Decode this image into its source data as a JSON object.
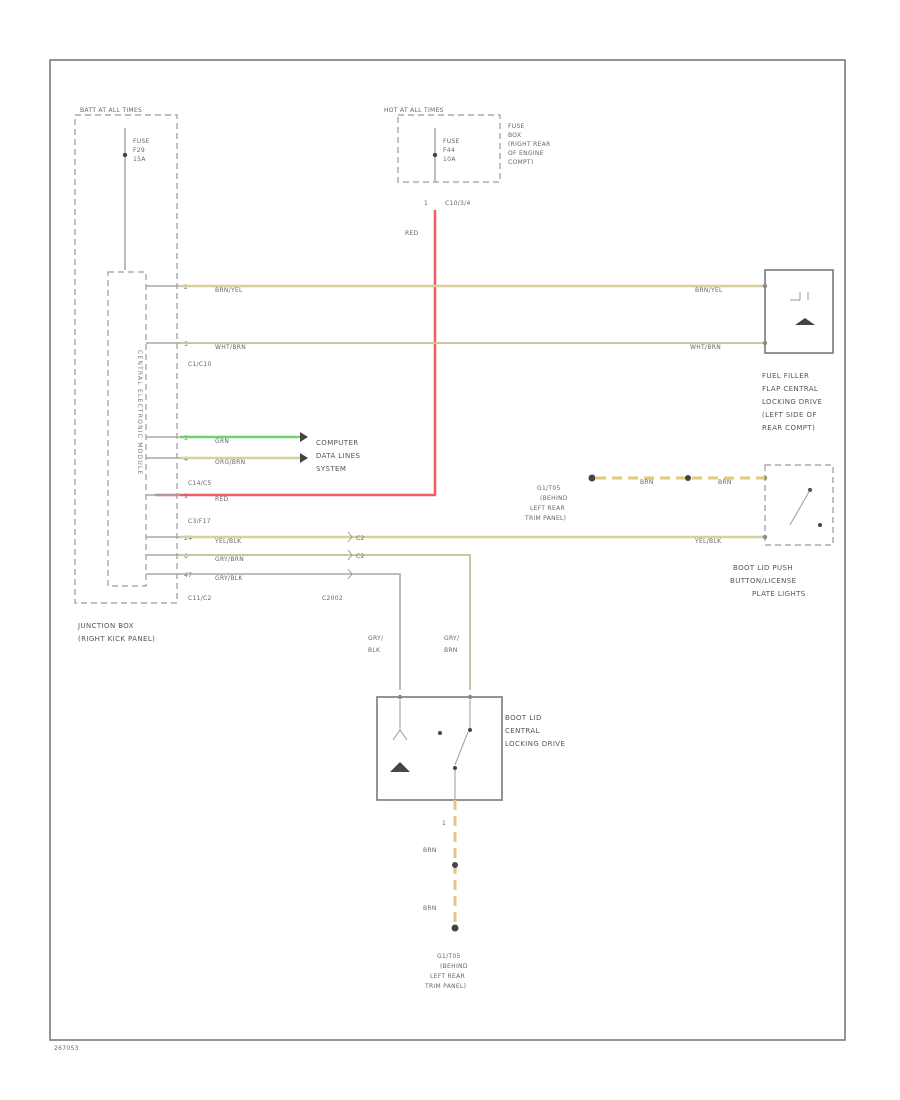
{
  "junction_box": {
    "header": "BATT AT ALL TIMES",
    "fuse_label": "FUSE",
    "fuse_num": "F29",
    "fuse_amp": "15A",
    "side_text": "CENTRAL ELECTRONIC MODULE",
    "connector_1": "C1/C10",
    "connector_2": "C14/C5",
    "connector_3": "C3/F17",
    "connector_4": "C11/C2",
    "name_line1": "JUNCTION BOX",
    "name_line2": "(RIGHT KICK PANEL)"
  },
  "fuse_box": {
    "header": "HOT AT ALL TIMES",
    "fuse_label": "FUSE",
    "fuse_num": "F44",
    "fuse_amp": "10A",
    "name_line1": "FUSE",
    "name_line2": "BOX",
    "name_line3": "(RIGHT REAR",
    "name_line4": "OF ENGINE",
    "name_line5": "COMPT)",
    "pin": "1",
    "connector": "C10/3/4"
  },
  "wires": {
    "red": "RED",
    "brn_yel": "BRN/YEL",
    "wht_brn": "WHT/BRN",
    "grn": "GRN",
    "org_brn": "ORG/BRN",
    "yel_blk": "YEL/BLK",
    "gry_brn": "GRY/BRN",
    "gry_blk": "GRY/BLK",
    "brn": "BRN",
    "gry": "GRY/",
    "blk": "BLK",
    "brn2": "BRN"
  },
  "pins": {
    "p2": "2",
    "p5": "5",
    "p3": "3",
    "p4": "4",
    "p1": "1",
    "p24": "24",
    "p6": "6",
    "p47": "47",
    "c2": "C2",
    "c2b": "C2"
  },
  "labels": {
    "computer": "COMPUTER",
    "data_lines": "DATA LINES",
    "system": "SYSTEM",
    "c2002": "C2002",
    "g_top_1": "G1/T05",
    "g_top_2": "(BEHIND",
    "g_top_3": "LEFT REAR",
    "g_top_4": "TRIM PANEL)",
    "g_bot_1": "G1/T05",
    "g_bot_2": "(BEHIND",
    "g_bot_3": "LEFT REAR",
    "g_bot_4": "TRIM PANEL)",
    "pin_drive": "1"
  },
  "fuel_filler": {
    "line1": "FUEL FILLER",
    "line2": "FLAP CENTRAL",
    "line3": "LOCKING DRIVE",
    "line4": "(LEFT SIDE OF",
    "line5": "REAR COMPT)"
  },
  "boot_switch": {
    "line1": "BOOT LID PUSH",
    "line2": "BUTTON/LICENSE",
    "line3": "PLATE LIGHTS"
  },
  "boot_drive": {
    "line1": "BOOT LID",
    "line2": "CENTRAL",
    "line3": "LOCKING DRIVE"
  },
  "diagram_id": "267053"
}
